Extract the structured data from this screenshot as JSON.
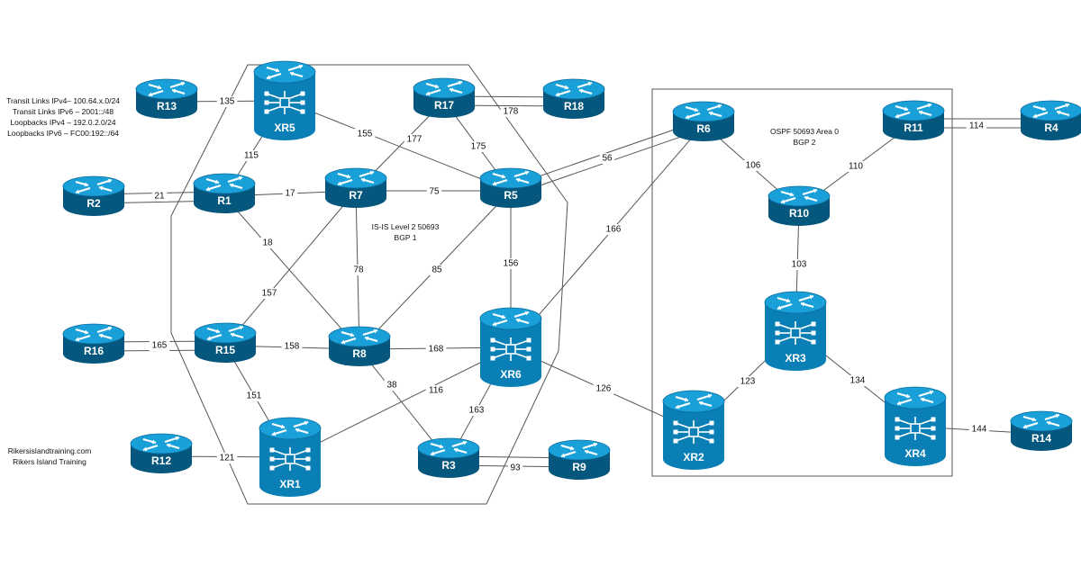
{
  "legend": [
    "Transit Links IPv4– 100.64.x.0/24",
    "Transit Links IPv6 – 2001::/48",
    "Loopbacks IPv4 – 192.0.2.0/24",
    "Loopbacks IPv6 – FC00:192::/64"
  ],
  "credits": [
    "Rikersislandtraining.com",
    "Rikers Island Training"
  ],
  "isis_area": {
    "line1": "IS-IS Level 2 50693",
    "line2": "BGP 1"
  },
  "ospf_area": {
    "line1": "OSPF 50693 Area 0",
    "line2": "BGP 2"
  },
  "colors": {
    "device": "#0a7fb5",
    "device_dark": "#06577e",
    "device_top": "#1aa0d8",
    "line": "#555555"
  },
  "nodes": [
    {
      "id": "R13",
      "label": "R13",
      "kind": "router"
    },
    {
      "id": "XR5",
      "label": "XR5",
      "kind": "xr"
    },
    {
      "id": "R17",
      "label": "R17",
      "kind": "router"
    },
    {
      "id": "R18",
      "label": "R18",
      "kind": "router"
    },
    {
      "id": "R6",
      "label": "R6",
      "kind": "router"
    },
    {
      "id": "R11",
      "label": "R11",
      "kind": "router"
    },
    {
      "id": "R4",
      "label": "R4",
      "kind": "router"
    },
    {
      "id": "R2",
      "label": "R2",
      "kind": "router"
    },
    {
      "id": "R1",
      "label": "R1",
      "kind": "router"
    },
    {
      "id": "R7",
      "label": "R7",
      "kind": "router"
    },
    {
      "id": "R5",
      "label": "R5",
      "kind": "router"
    },
    {
      "id": "R10",
      "label": "R10",
      "kind": "router"
    },
    {
      "id": "R16",
      "label": "R16",
      "kind": "router"
    },
    {
      "id": "R15",
      "label": "R15",
      "kind": "router"
    },
    {
      "id": "R8",
      "label": "R8",
      "kind": "router"
    },
    {
      "id": "XR6",
      "label": "XR6",
      "kind": "xr"
    },
    {
      "id": "XR3",
      "label": "XR3",
      "kind": "xr"
    },
    {
      "id": "XR2",
      "label": "XR2",
      "kind": "xr"
    },
    {
      "id": "XR4",
      "label": "XR4",
      "kind": "xr"
    },
    {
      "id": "R14",
      "label": "R14",
      "kind": "router"
    },
    {
      "id": "R12",
      "label": "R12",
      "kind": "router"
    },
    {
      "id": "XR1",
      "label": "XR1",
      "kind": "xr"
    },
    {
      "id": "R3",
      "label": "R3",
      "kind": "router"
    },
    {
      "id": "R9",
      "label": "R9",
      "kind": "router"
    }
  ],
  "links": [
    {
      "a": "R13",
      "b": "XR5",
      "label": "135"
    },
    {
      "a": "XR5",
      "b": "R1",
      "label": "115"
    },
    {
      "a": "XR5",
      "b": "R5",
      "label": "155"
    },
    {
      "a": "R17",
      "b": "R18",
      "label": "178"
    },
    {
      "a": "R17",
      "b": "R7",
      "label": "177"
    },
    {
      "a": "R17",
      "b": "R5",
      "label": "175"
    },
    {
      "a": "R2",
      "b": "R1",
      "label": "21"
    },
    {
      "a": "R1",
      "b": "R7",
      "label": "17"
    },
    {
      "a": "R1",
      "b": "R8",
      "label": "18"
    },
    {
      "a": "R7",
      "b": "R5",
      "label": "75"
    },
    {
      "a": "R7",
      "b": "R8",
      "label": "78"
    },
    {
      "a": "R7",
      "b": "R15",
      "label": "157"
    },
    {
      "a": "R5",
      "b": "R6",
      "label": "56"
    },
    {
      "a": "R5",
      "b": "R8",
      "label": "85"
    },
    {
      "a": "R5",
      "b": "XR6",
      "label": "156"
    },
    {
      "a": "R6",
      "b": "XR6",
      "label": "166"
    },
    {
      "a": "R6",
      "b": "R10",
      "label": "106"
    },
    {
      "a": "R11",
      "b": "R10",
      "label": "110"
    },
    {
      "a": "R11",
      "b": "R4",
      "label": "114"
    },
    {
      "a": "R10",
      "b": "XR3",
      "label": "103"
    },
    {
      "a": "R16",
      "b": "R15",
      "label": "165"
    },
    {
      "a": "R15",
      "b": "R8",
      "label": "158"
    },
    {
      "a": "R15",
      "b": "XR1",
      "label": "151"
    },
    {
      "a": "R8",
      "b": "XR6",
      "label": "168"
    },
    {
      "a": "R8",
      "b": "R3",
      "label": "38"
    },
    {
      "a": "XR6",
      "b": "XR1",
      "label": "116"
    },
    {
      "a": "XR6",
      "b": "R3",
      "label": "163"
    },
    {
      "a": "XR6",
      "b": "XR2",
      "label": "126"
    },
    {
      "a": "XR3",
      "b": "XR2",
      "label": "123"
    },
    {
      "a": "XR3",
      "b": "XR4",
      "label": "134"
    },
    {
      "a": "XR4",
      "b": "R14",
      "label": "144"
    },
    {
      "a": "R12",
      "b": "XR1",
      "label": "121"
    },
    {
      "a": "R3",
      "b": "R9",
      "label": "93"
    }
  ]
}
